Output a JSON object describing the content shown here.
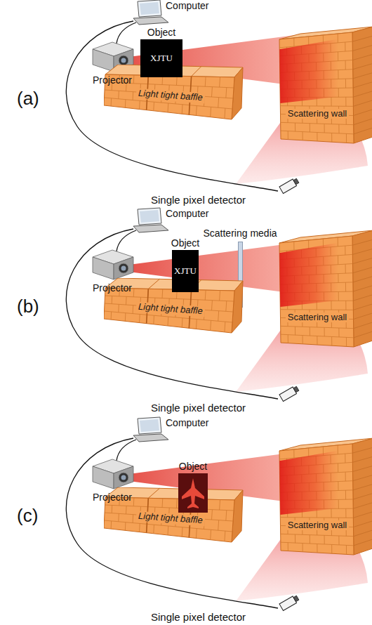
{
  "diagram": {
    "nodes": [
      {
        "text": [
          "Object",
          "XJTU"
        ]
      },
      {
        "text": [
          "Light tight baffle"
        ]
      },
      {
        "text": [
          "Scattering wall"
        ]
      },
      {
        "text": [
          "Object",
          "XJTU"
        ]
      },
      {
        "text": [
          "Scattering media"
        ]
      },
      {
        "text": [
          "Light tight baffle"
        ]
      },
      {
        "text": [
          "Scattering wall"
        ]
      },
      {
        "text": [
          "Object"
        ]
      },
      {
        "text": [
          "Light tight baffle"
        ]
      },
      {
        "text": [
          "Scattering wall"
        ]
      }
    ],
    "labels": [
      "Computer",
      "Projector",
      "(a)",
      "Single pixel detector",
      "Computer",
      "Projector",
      "(b)",
      "Single pixel detector",
      "Computer",
      "Projector",
      "(c)",
      "Single pixel detector"
    ]
  }
}
